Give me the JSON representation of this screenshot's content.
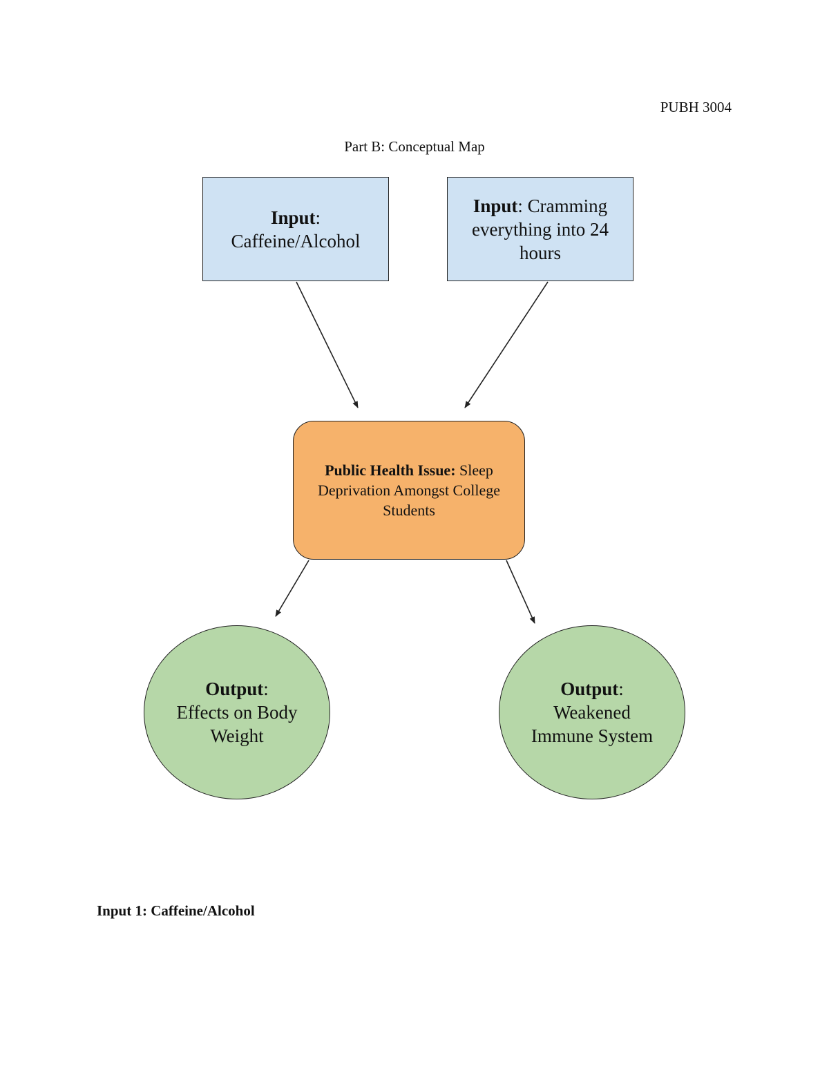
{
  "header": {
    "course_code": "PUBH 3004",
    "title": "Part B: Conceptual Map"
  },
  "map": {
    "input_1": {
      "label": "Input",
      "text": "Caffeine/Alcohol"
    },
    "input_2": {
      "label": "Input",
      "text": "Cramming everything into 24 hours"
    },
    "issue": {
      "label": "Public Health Issue:",
      "text": "Sleep Deprivation Amongst College Students"
    },
    "output_1": {
      "label": "Output",
      "text": "Effects on Body Weight"
    },
    "output_2": {
      "label": "Output",
      "text": "Weakened Immune System"
    },
    "colors": {
      "input_fill": "#cfe2f3",
      "issue_fill": "#f6b26b",
      "output_fill": "#b6d7a8",
      "stroke": "#222222"
    }
  },
  "section": {
    "heading": "Input 1: Caffeine/Alcohol"
  }
}
